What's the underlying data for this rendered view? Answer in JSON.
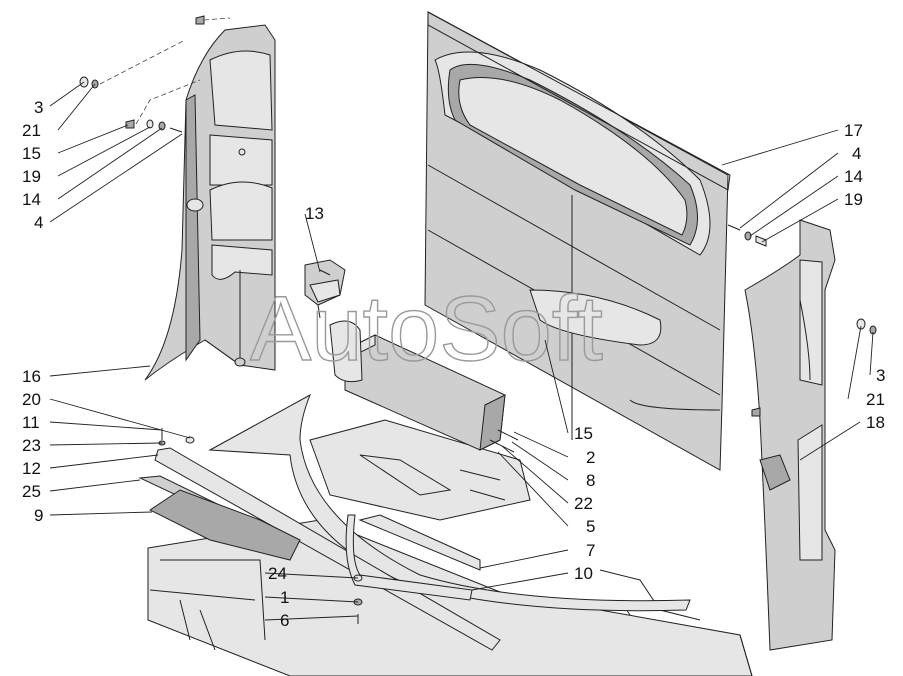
{
  "watermark": "AutoSoft",
  "callouts_left": [
    "3",
    "21",
    "15",
    "19",
    "14",
    "4",
    "16",
    "20",
    "11",
    "23",
    "12",
    "25",
    "9"
  ],
  "callouts_middle": [
    "13",
    "15",
    "2",
    "8",
    "22",
    "5",
    "7",
    "10",
    "24",
    "1",
    "6"
  ],
  "callouts_right": [
    "17",
    "4",
    "14",
    "19",
    "3",
    "21",
    "18"
  ]
}
